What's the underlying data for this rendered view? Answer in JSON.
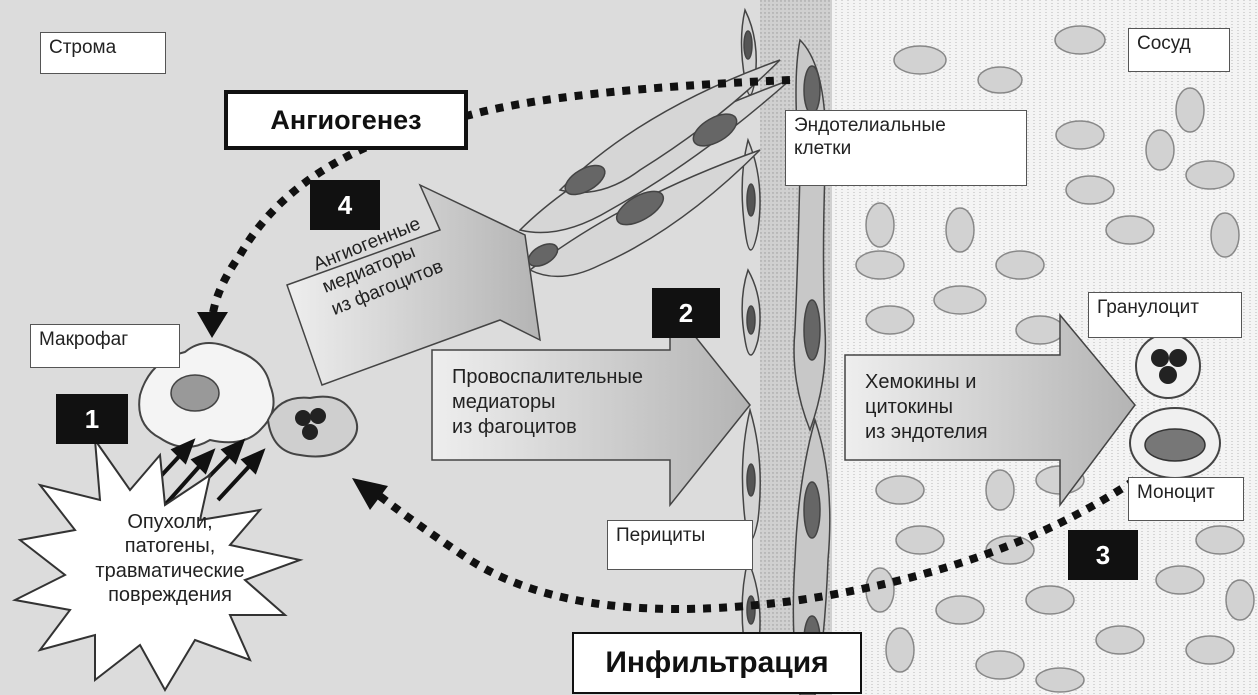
{
  "labels": {
    "stroma": "Строма",
    "vessel": "Сосуд",
    "angiogenesis": "Ангиогенез",
    "endothelial_cells": "Эндотелиальные\nклетки",
    "macrophage": "Макрофаг",
    "granulocyte": "Гранулоцит",
    "monocyte": "Моноцит",
    "pericytes": "Перициты",
    "infiltration": "Инфильтрация"
  },
  "steps": {
    "s1": "1",
    "s2": "2",
    "s3": "3",
    "s4": "4"
  },
  "arrows": {
    "angiogenic_mediators": "Ангиогенные\nмедиаторы\nиз фагоцитов",
    "proinflammatory_mediators": "Провоспалительные\nмедиаторы\nиз фагоцитов",
    "chemokines": "Хемокины и\nцитокины\nиз эндотелия"
  },
  "trigger": {
    "text": "Опухоли,\nпатогены,\nтравматические\nповреждения"
  }
}
